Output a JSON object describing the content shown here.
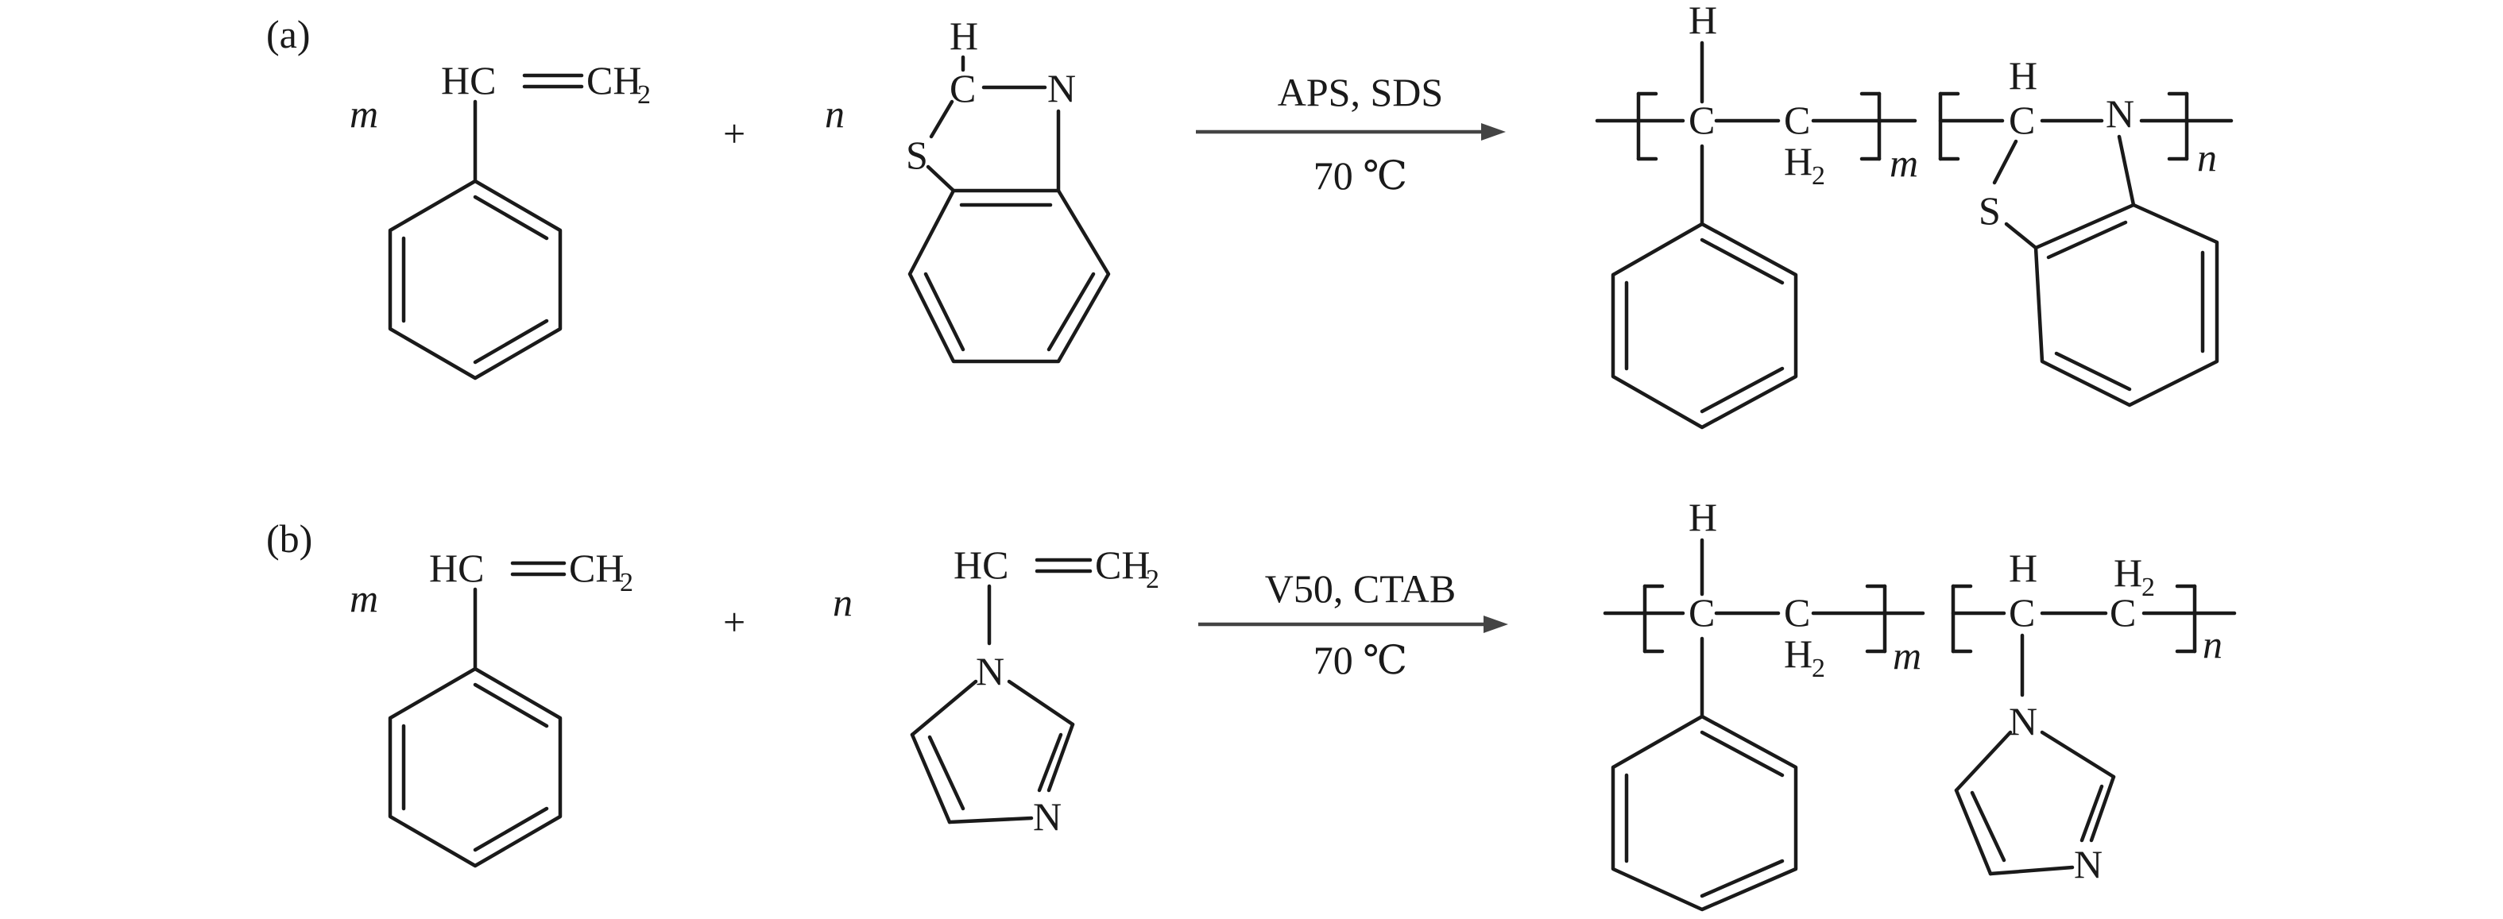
{
  "scheme": {
    "reaction_a": {
      "panel_label": "(a)",
      "reactant1": {
        "coefficient": "m",
        "formula": "HC",
        "formula_right": "CH",
        "subscript": "2"
      },
      "plus": "+",
      "reactant2": {
        "coefficient": "n",
        "atoms": {
          "h": "H",
          "c": "C",
          "n": "N",
          "s": "S"
        }
      },
      "conditions": {
        "reagents": "APS, SDS",
        "temperature": "70 ℃"
      },
      "product": {
        "h_top": "H",
        "c1": "C",
        "c2": "C",
        "h2": "H",
        "h2_sub": "2",
        "m": "m",
        "h_ring": "H",
        "c_ring": "C",
        "n_ring": "N",
        "s_ring": "S",
        "n": "n"
      }
    },
    "reaction_b": {
      "panel_label": "(b)",
      "reactant1": {
        "coefficient": "m",
        "formula": "HC",
        "formula_right": "CH",
        "subscript": "2"
      },
      "plus": "+",
      "reactant2": {
        "coefficient": "n",
        "formula": "HC",
        "formula_right": "CH",
        "subscript": "2",
        "n1": "N",
        "n3": "N"
      },
      "conditions": {
        "reagents": "V50, CTAB",
        "temperature": "70 ℃"
      },
      "product": {
        "h_top": "H",
        "c1": "C",
        "c2": "C",
        "h2": "H",
        "h2_sub": "2",
        "m": "m",
        "h_b": "H",
        "c3": "C",
        "h2b": "H",
        "h2b_sub": "2",
        "c4": "C",
        "n1": "N",
        "n3": "N",
        "n": "n"
      }
    }
  }
}
